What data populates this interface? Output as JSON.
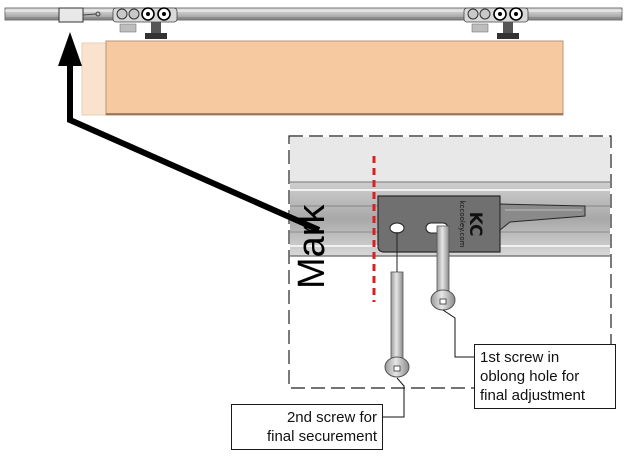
{
  "diagram": {
    "mark_label": "Mark",
    "callouts": {
      "first_screw": "1st screw in\noblong hole for\nfinal adjustment",
      "second_screw": "2nd screw for\nfinal securement"
    },
    "bracket_logo_text": "KC",
    "bracket_url_text": "kccooley.com"
  },
  "colors": {
    "door_panel": "#f6c9a0",
    "door_ghost": "#f9e3cf",
    "rail": "#c9c9c9",
    "bracket": "#6d6d6d",
    "mark_line": "#d72020",
    "arrow": "#000000"
  }
}
